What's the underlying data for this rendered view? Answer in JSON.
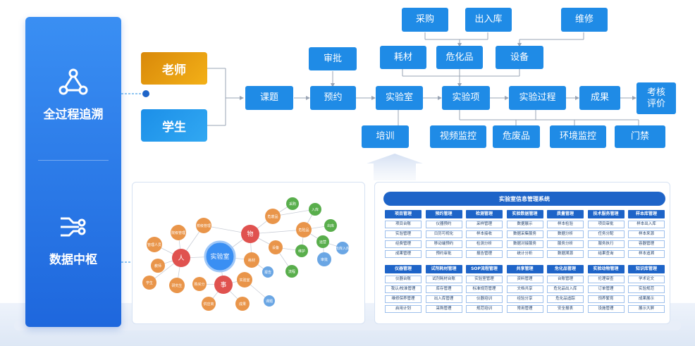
{
  "left_column": {
    "top_label": "全过程追溯",
    "bottom_label": "数据中枢",
    "top_icon": "network-nodes-icon",
    "bottom_icon": "circuit-icon"
  },
  "roles": {
    "teacher": "老师",
    "student": "学生"
  },
  "flow": {
    "procure": "采购",
    "in_out": "出入库",
    "maintain": "维修",
    "approve": "审批",
    "consumables": "耗材",
    "hazardous_chem": "危化品",
    "equipment": "设备",
    "topic": "课题",
    "reserve": "预约",
    "lab": "实验室",
    "lab_item": "实验项",
    "lab_process": "实验过程",
    "result": "成果",
    "assess_line1": "考核",
    "assess_line2": "评价",
    "training": "培训",
    "video": "视频监控",
    "waste": "危废品",
    "env": "环境监控",
    "access": "门禁"
  },
  "network": {
    "center": "实验室",
    "people": "人",
    "things": "物",
    "affairs": "事",
    "nodes": [
      "管理人员",
      "教师",
      "学生",
      "研究生",
      "校级管理",
      "院级管理",
      "购买分",
      "供应商",
      "危废品",
      "耗材",
      "采购",
      "入库",
      "出库",
      "设备",
      "维护",
      "运营",
      "危险品",
      "出库入库",
      "审批",
      "实验室",
      "流程",
      "报告",
      "成果",
      "课题"
    ]
  },
  "system": {
    "title": "实验室信息管理系统",
    "modules_row1": [
      {
        "head": "项目管理",
        "items": [
          "项目台账",
          "实验管理",
          "经费管理",
          "成果管理"
        ]
      },
      {
        "head": "预约管理",
        "items": [
          "仪器预约",
          "日历可视化",
          "移动端预约",
          "预约审批"
        ]
      },
      {
        "head": "检测管理",
        "items": [
          "采样管理",
          "样本接收",
          "检测分析",
          "报告管理"
        ]
      },
      {
        "head": "实验数据管理",
        "items": [
          "数据展示",
          "数据采集服务",
          "数据对接服务",
          "统计分析"
        ]
      },
      {
        "head": "质量管理",
        "items": [
          "样本检验",
          "数据分析",
          "服务分析",
          "数据溯源"
        ]
      },
      {
        "head": "技术服务管理",
        "items": [
          "项目审批",
          "任务分配",
          "服务执行",
          "结果查询"
        ]
      },
      {
        "head": "样本库管理",
        "items": [
          "样本出入库",
          "样本来源",
          "容器管理",
          "样本追溯"
        ]
      }
    ],
    "modules_row2": [
      {
        "head": "仪器管理",
        "items": [
          "仪器台账",
          "我认/校准管理",
          "维修保养管理",
          "启用计划"
        ]
      },
      {
        "head": "试剂耗材管理",
        "items": [
          "试剂耗材台账",
          "库存管理",
          "出入库管理",
          "采购管理"
        ]
      },
      {
        "head": "SOP流程管理",
        "items": [
          "实验室管理",
          "标准规范管理",
          "仪器培训",
          "规范培训"
        ]
      },
      {
        "head": "共享管理",
        "items": [
          "资料管理",
          "文档共享",
          "经验分享",
          "常用管理"
        ]
      },
      {
        "head": "危化品管理",
        "items": [
          "台账管理",
          "危化品出入库",
          "危化品追踪",
          "安全报表"
        ]
      },
      {
        "head": "实验动物管理",
        "items": [
          "伦理审查",
          "订单管理",
          "饲养繁育",
          "设施管理"
        ]
      },
      {
        "head": "知识库管理",
        "items": [
          "学术论文",
          "实验规范",
          "成果展示",
          "展示大屏"
        ]
      }
    ]
  },
  "colors": {
    "primary": "#1f8be6",
    "dark_blue": "#1e64c8",
    "teacher": "#f3b017",
    "people_red": "#e0524f",
    "orange": "#e9954a",
    "green": "#59ae4c",
    "light_blue": "#6aa6e4"
  }
}
